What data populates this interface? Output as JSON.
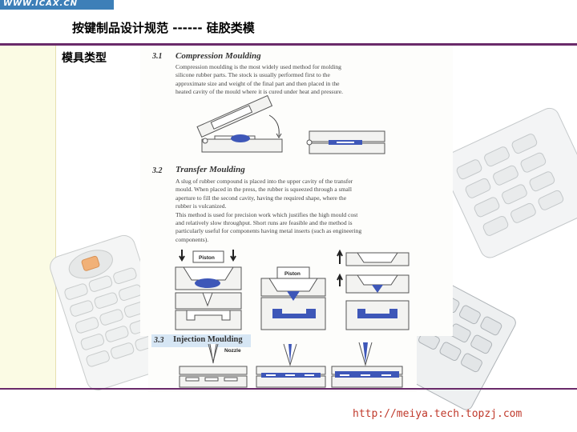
{
  "logo": {
    "text": "WWW.ICAX.CN"
  },
  "slide": {
    "title": "按键制品设计规范 ------  硅胶类模",
    "section_label": "模具类型"
  },
  "doc": {
    "s31": {
      "num": "3.1",
      "heading": "Compression Moulding",
      "lines": [
        "Compression moulding is the most widely used method for molding",
        "silicone rubber parts. The stock is usually performed first to the",
        "approximate size and weight of the final part and then placed in the",
        "heated cavity of the mould where it is cured under heat and pressure."
      ]
    },
    "s32": {
      "num": "3.2",
      "heading": "Transfer Moulding",
      "lines": [
        "A slug of rubber compound is placed into the upper cavity of the transfer",
        "mould. When placed in the press, the rubber is squeezed through a small",
        "aperture to fill the second cavity, having the required shape, where the",
        "rubber is vulcanized.",
        "This method is used for precision work which justifies the high mould cost",
        "and relatively slow throughput. Short runs are feasible and the method is",
        "particularly useful for components having metal inserts (such as engineering",
        "components)."
      ],
      "piston_label_1": "Piston",
      "piston_label_2": "Piston"
    },
    "s33": {
      "num": "3.3",
      "heading": "Injection Moulding",
      "nozzle_label": "Nozzle"
    }
  },
  "footer": {
    "url": "http://meiya.tech.topzj.com"
  },
  "colors": {
    "accent_blue": "#3e57b8",
    "rule": "#6a2a6a",
    "url": "#c0392b",
    "logo_bg": "#3d7fb8"
  }
}
